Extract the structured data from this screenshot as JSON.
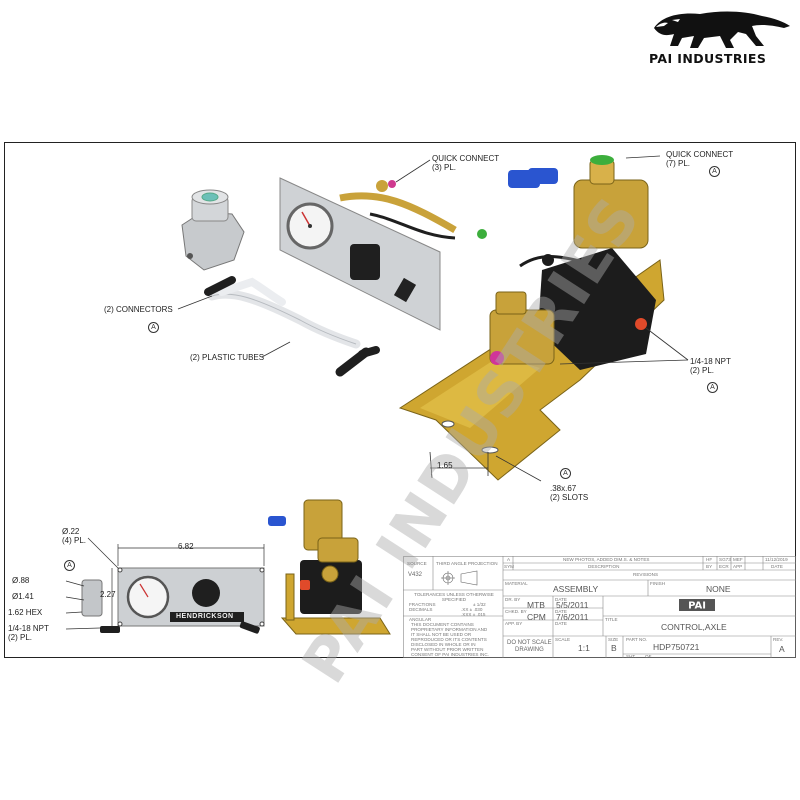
{
  "brand": {
    "name": "PAI INDUSTRIES",
    "logo_icon": "panther-icon",
    "watermark": "PAI INDUSTRIES"
  },
  "callouts": {
    "quick_connect_3": {
      "line1": "QUICK CONNECT",
      "line2": "(3) PL."
    },
    "quick_connect_7": {
      "line1": "QUICK CONNECT",
      "line2": "(7) PL.",
      "ref": "A"
    },
    "connectors": {
      "text": "(2) CONNECTORS",
      "ref": "A"
    },
    "plastic_tubes": {
      "text": "(2) PLASTIC TUBES"
    },
    "npt_right": {
      "line1": "1/4-18 NPT",
      "line2": "(2) PL.",
      "ref": "A"
    },
    "slot_dim": "1.65",
    "slots": {
      "ref": "A",
      "line1": ".38x.67",
      "line2": "(2) SLOTS"
    }
  },
  "lower_dims": {
    "hole": {
      "line1": "Ø.22",
      "line2": "(4) PL."
    },
    "width": "6.82",
    "height": "2.27",
    "ref": "A",
    "d88": "Ø.88",
    "d141": "Ø1.41",
    "hex": "1.62 HEX",
    "npt": {
      "line1": "1/4-18 NPT",
      "line2": "(2) PL."
    },
    "plate_brand": "HENDRICKSON"
  },
  "title_block": {
    "revision": {
      "letter": "A",
      "description": "NEW PHOTOS, ADDED DIM.S. & NOTES",
      "by": "HF",
      "ecr": "SG73",
      "app": "MEF",
      "date": "11/12/2019"
    },
    "revision_headers": {
      "sym": "SYM",
      "description": "DESCRIPTION",
      "by": "BY",
      "ecr": "ECR",
      "app": "APP",
      "date": "DATE"
    },
    "revisions_label": "REVISIONS",
    "source_label": "SOURCE",
    "source_value": "V432",
    "projection_label": "THIRD ANGLE PROJECTION",
    "tolerances_text": "TOLERANCES UNLESS OTHERWISE SPECIFIED",
    "tol_fractions_label": "FRACTIONS",
    "tol_fractions_value": "± 1/32",
    "tol_decimals_label": "DECIMALS",
    "tol_xx": ".XX ± .030",
    "tol_xxx": ".XXX ± .015",
    "tol_angular": "ANGULAR",
    "proprietary_text": [
      "THIS DOCUMENT CONTAINS",
      "PROPRIETARY INFORMATION AND",
      "IT SHALL NOT BE USED OR",
      "REPRODUCED OR ITS CONTENTS",
      "DISCLOSED IN WHOLE OR IN",
      "PART WITHOUT PRIOR WRITTEN",
      "CONSENT OF PAI INDUSTRIES INC."
    ],
    "material_label": "MATERIAL",
    "material_value": "ASSEMBLY",
    "finish_label": "FINISH",
    "finish_value": "NONE",
    "dr_by_label": "DR. BY",
    "dr_by_value": "MTB",
    "dr_date_label": "DATE",
    "dr_date_value": "5/5/2011",
    "chkd_by_label": "CHKD. BY",
    "chkd_by_value": "CPM",
    "chkd_date_label": "DATE",
    "chkd_date_value": "7/6/2011",
    "appd_by_label": "APP. BY",
    "appd_date_label": "DATE",
    "title_label": "TITLE",
    "title_value": "CONTROL,AXLE",
    "dont_scale": [
      "DO NOT SCALE",
      "DRAWING"
    ],
    "scale_label": "SCALE",
    "scale_value": "1:1",
    "size_label": "SIZE",
    "size_value": "B",
    "part_no_label": "PART NO.",
    "part_no_value": "HDP750721",
    "sht_label": "SHT.",
    "of_label": "OF",
    "rev_label": "REV.",
    "rev_value": "A",
    "logo_text": "PAI"
  },
  "colors": {
    "brass": "#c8a23a",
    "steel": "#b9bcc0",
    "black_valve": "#1e1e1e",
    "quick_connect_blue": "#2a55d0",
    "quick_connect_green": "#3cae3c",
    "plug_red": "#e04a2a",
    "plug_pink": "#d0359a"
  }
}
